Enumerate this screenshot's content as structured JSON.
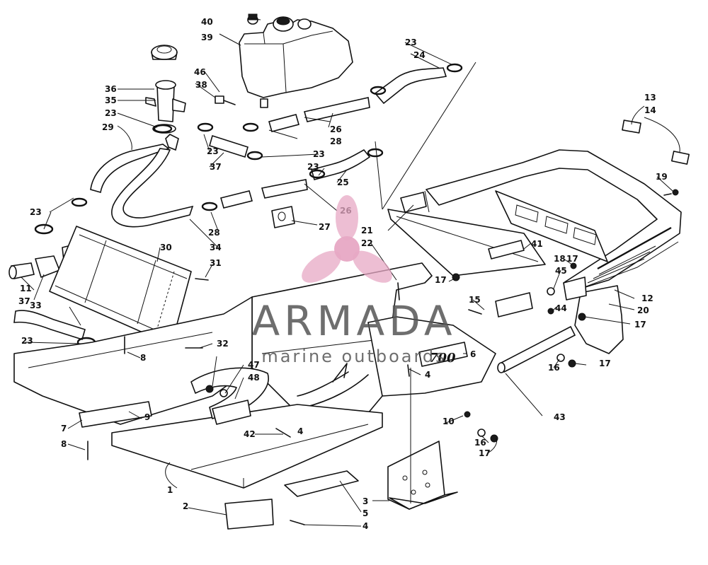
{
  "watermark": {
    "brand": "ARMADA",
    "tagline": "marine outboards",
    "logo_icon": "propeller-icon",
    "logo_color": "#e7a8c4",
    "text_color": "#555555"
  },
  "decal_text": "700",
  "callouts": [
    "1",
    "2",
    "3",
    "4",
    "4",
    "4",
    "5",
    "6",
    "7",
    "8",
    "8",
    "9",
    "10",
    "11",
    "12",
    "13",
    "14",
    "15",
    "16",
    "16",
    "17",
    "17",
    "17",
    "17",
    "17",
    "18",
    "19",
    "20",
    "21",
    "22",
    "23",
    "23",
    "23",
    "23",
    "23",
    "23",
    "23",
    "24",
    "25",
    "26",
    "26",
    "27",
    "28",
    "28",
    "29",
    "30",
    "31",
    "32",
    "33",
    "34",
    "35",
    "36",
    "37",
    "37",
    "38",
    "39",
    "40",
    "41",
    "42",
    "43",
    "44",
    "45",
    "46",
    "47",
    "48"
  ]
}
